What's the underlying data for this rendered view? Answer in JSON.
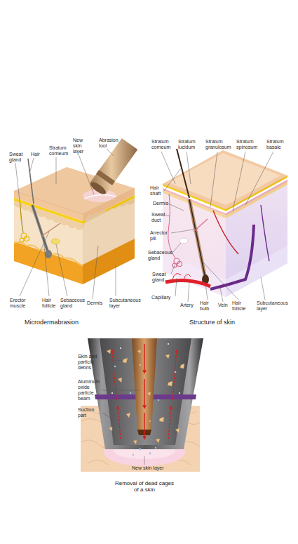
{
  "diagram": {
    "labels": [
      "Sweat gland",
      "Hair",
      "Stratum corneum",
      "New skin layer",
      "Abrasion tool",
      "Erector muscle",
      "Hair follicle",
      "Sebaceous gland",
      "Dermis",
      "Subcutaneous layer",
      "Microdermabrasion",
      "Stratum corneum",
      "Stratum lucidum",
      "Stratum granulosum",
      "Stratum spinosum",
      "Stratum basale",
      "Hair shaft",
      "Dermis",
      "Sweat duct",
      "Arrector pili",
      "Sebaceous gland",
      "Sweat gland",
      "Capillary",
      "Artery",
      "Hair bulb",
      "Vein",
      "Hair follicle",
      "Subcutaneous layer",
      "Structure of skin",
      "Skin and particle debris",
      "Aluminum oxide particle beam",
      "Suction part",
      "New skin layer",
      "Removal of dead cages of a skin"
    ]
  }
}
